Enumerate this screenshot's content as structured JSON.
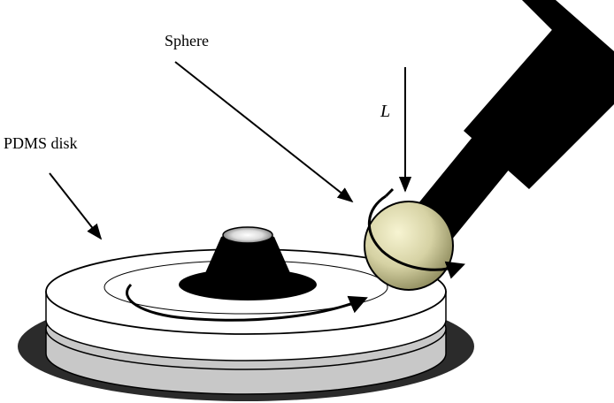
{
  "labels": {
    "sphere": "Sphere",
    "disk": "PDMS disk",
    "load": "L"
  },
  "colors": {
    "outline": "#000000",
    "disk_top": "#ffffff",
    "disk_band": "#c8c8c8",
    "base_shadow": "#2b2b2b",
    "sphere_highlight": "#f7f4d2",
    "sphere_shade": "#8d8a5c",
    "cone": "#000000"
  },
  "icons": {
    "rotation_arrow": "curved-arrow-icon",
    "load_arrow": "down-arrow-icon",
    "pointer_arrow": "diagonal-arrow-icon"
  }
}
